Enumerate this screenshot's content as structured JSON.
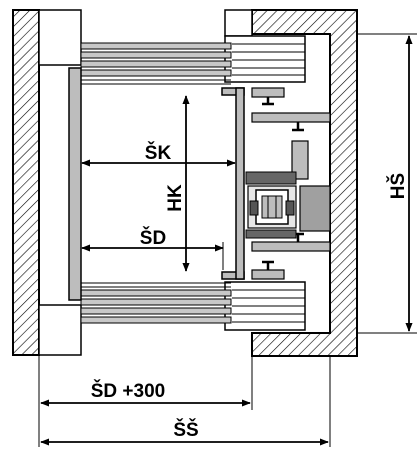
{
  "labels": {
    "car_width": "ŠK",
    "car_depth": "HK",
    "door_width": "ŠD",
    "shaft_depth": "HŠ",
    "door_plus": "ŠD +300",
    "shaft_width": "ŠŠ"
  }
}
